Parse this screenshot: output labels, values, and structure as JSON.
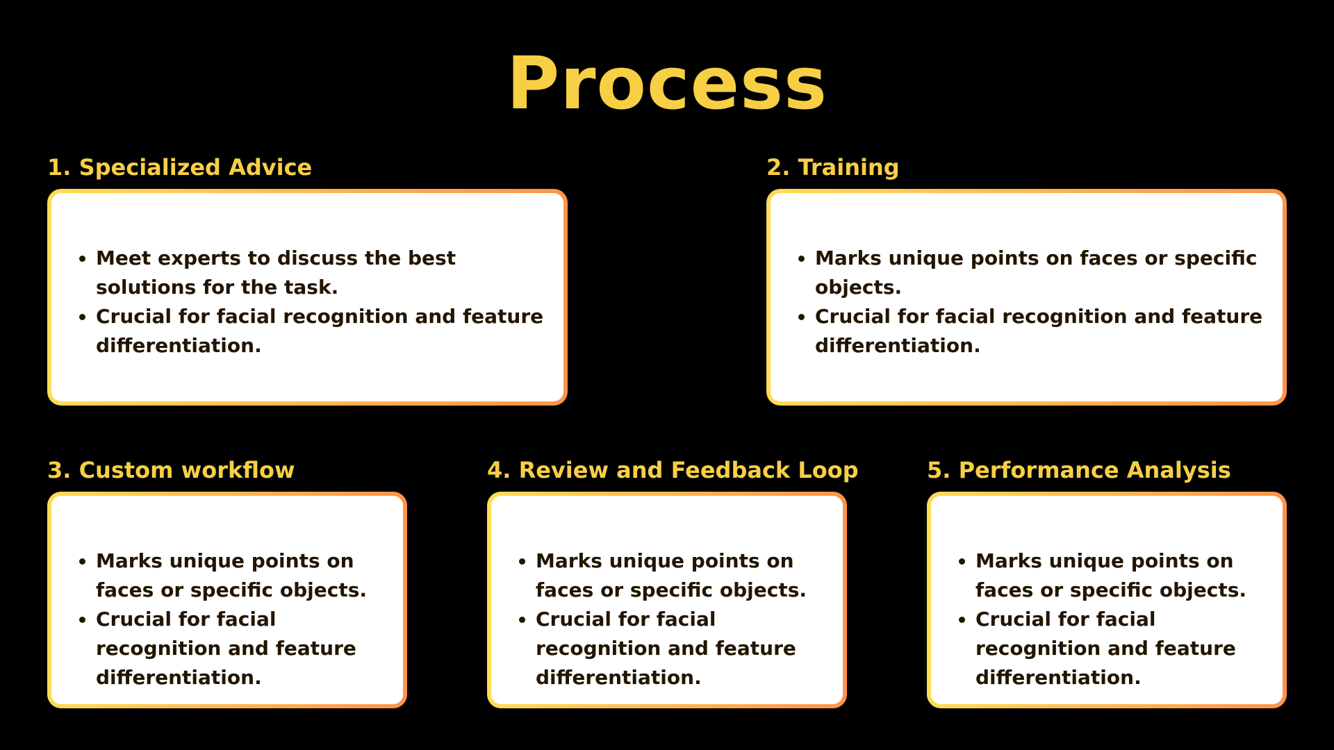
{
  "title": "Process",
  "colors": {
    "background": "#000000",
    "accent": "#f7cf45",
    "border_start": "#ffdc55",
    "border_end": "#ff9348",
    "card_background": "#ffffff",
    "text": "#221500"
  },
  "steps": [
    {
      "title": "1. Specialized Advice",
      "bullets": [
        "Meet experts to discuss the best solutions for the task.",
        "Crucial for facial recognition and feature differentiation."
      ]
    },
    {
      "title": "2. Training",
      "bullets": [
        "Marks unique points on faces or specific objects.",
        "Crucial for facial recognition and feature differentiation."
      ]
    },
    {
      "title": "3. Custom workflow",
      "bullets": [
        "Marks unique points on faces or specific objects.",
        "Crucial for facial recognition and feature differentiation."
      ]
    },
    {
      "title": "4. Review and Feedback Loop",
      "bullets": [
        "Marks unique points on faces or specific objects.",
        "Crucial for facial recognition and feature differentiation."
      ]
    },
    {
      "title": "5. Performance Analysis",
      "bullets": [
        "Marks unique points on faces or specific objects.",
        "Crucial for facial recognition and feature differentiation."
      ]
    }
  ]
}
